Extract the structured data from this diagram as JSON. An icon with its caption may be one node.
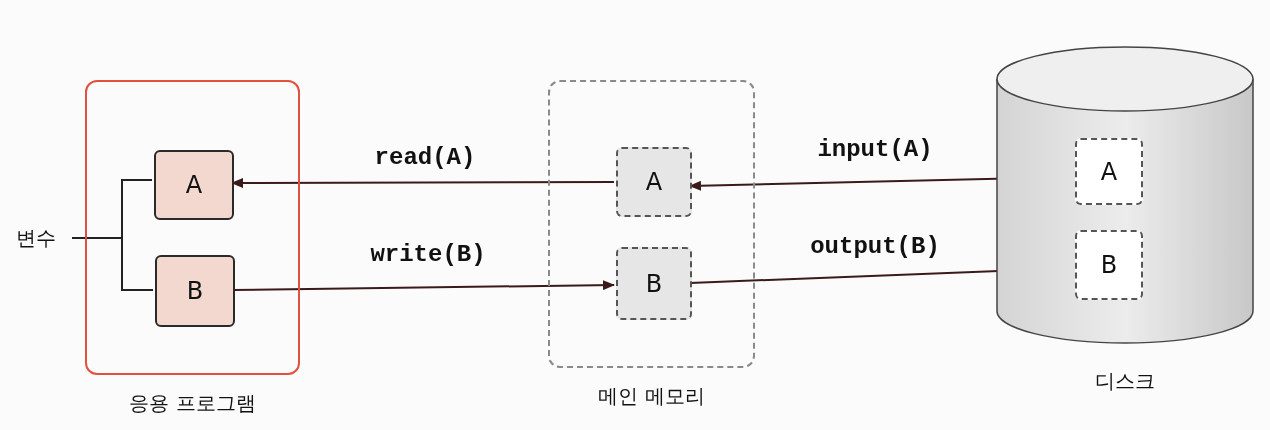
{
  "diagram": {
    "nodes": [
      {
        "text": [
          "응용 프로그램"
        ]
      },
      {
        "text": [
          "A"
        ],
        "in": 0
      },
      {
        "text": [
          "B"
        ],
        "in": 0
      },
      {
        "text": [
          "메인 메모리"
        ]
      },
      {
        "text": [
          "A"
        ],
        "in": 3
      },
      {
        "text": [
          "B"
        ],
        "in": 3
      },
      {
        "text": [
          "디스크"
        ]
      },
      {
        "text": [
          "A"
        ],
        "in": 6
      },
      {
        "text": [
          "B"
        ],
        "in": 6
      },
      {
        "text": [
          "변수"
        ]
      }
    ],
    "edges": [
      {
        "from": 4,
        "to": 1,
        "arrow": "to",
        "label": "read(A)"
      },
      {
        "from": 2,
        "to": 5,
        "arrow": "to",
        "label": "write(B)"
      },
      {
        "from": 7,
        "to": 4,
        "arrow": "to",
        "label": "input(A)"
      },
      {
        "from": 5,
        "to": 8,
        "arrow": "to",
        "label": "output(B)"
      },
      {
        "from": 9,
        "to": 1,
        "arrow": "none"
      },
      {
        "from": 9,
        "to": 2,
        "arrow": "none"
      }
    ]
  }
}
